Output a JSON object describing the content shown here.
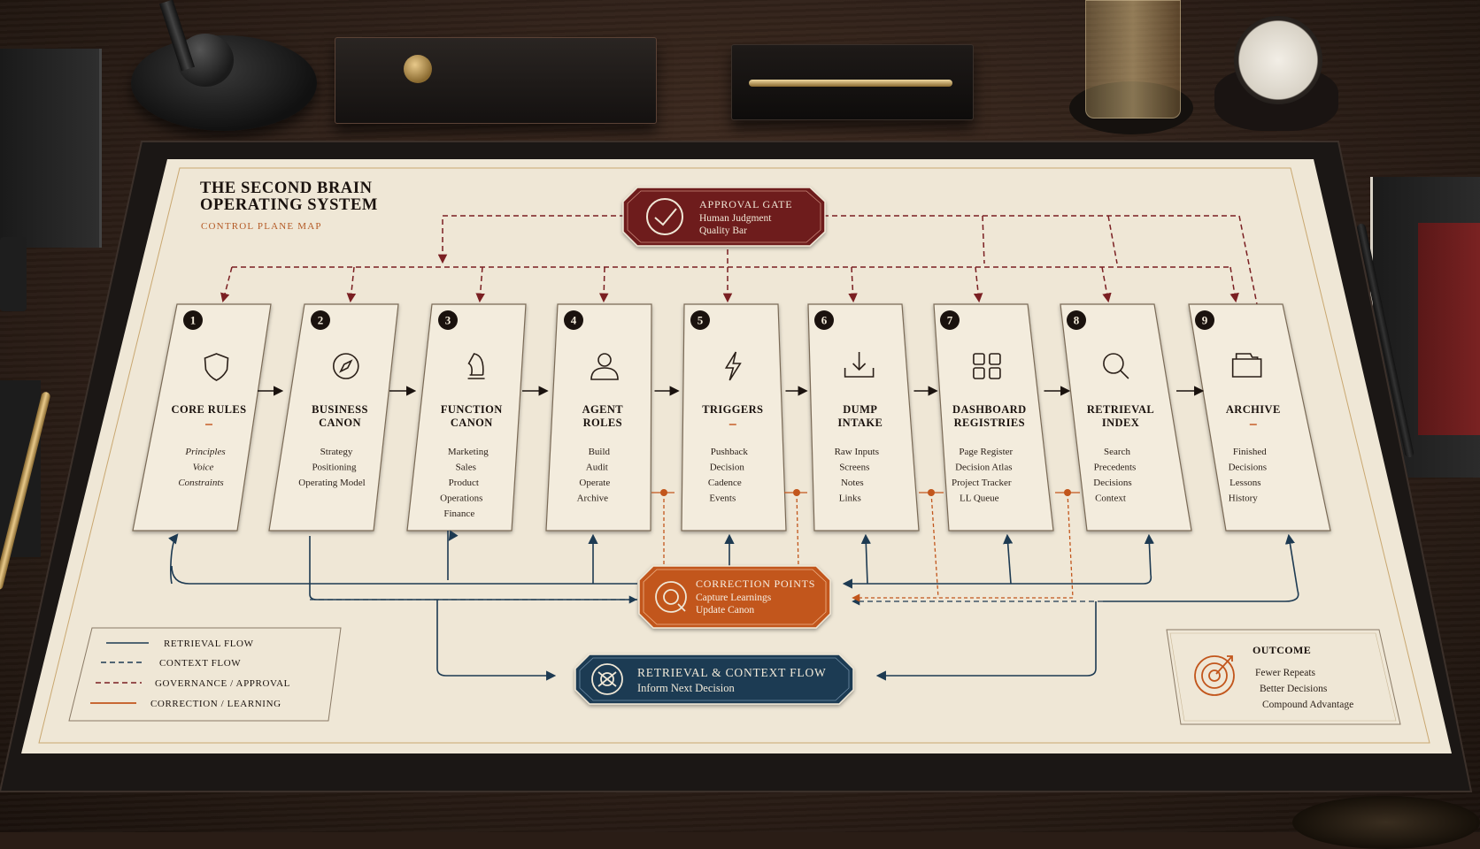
{
  "header": {
    "title_line1": "THE SECOND BRAIN",
    "title_line2": "OPERATING SYSTEM",
    "subtitle": "CONTROL PLANE MAP"
  },
  "approval_gate": {
    "title": "APPROVAL GATE",
    "line1": "Human Judgment",
    "line2": "Quality Bar",
    "icon": "check-circle-icon"
  },
  "stages": [
    {
      "num": "1",
      "title": [
        "CORE RULES"
      ],
      "items": [
        "Principles",
        "Voice",
        "Constraints"
      ],
      "icon": "shield-icon"
    },
    {
      "num": "2",
      "title": [
        "BUSINESS",
        "CANON"
      ],
      "items": [
        "Strategy",
        "Positioning",
        "Operating Model"
      ],
      "icon": "compass-icon"
    },
    {
      "num": "3",
      "title": [
        "FUNCTION",
        "CANON"
      ],
      "items": [
        "Marketing",
        "Sales",
        "Product",
        "Operations",
        "Finance"
      ],
      "icon": "chess-knight-icon"
    },
    {
      "num": "4",
      "title": [
        "AGENT",
        "ROLES"
      ],
      "items": [
        "Build",
        "Audit",
        "Operate",
        "Archive"
      ],
      "icon": "person-icon"
    },
    {
      "num": "5",
      "title": [
        "TRIGGERS"
      ],
      "items": [
        "Pushback",
        "Decision",
        "Cadence",
        "Events"
      ],
      "icon": "lightning-icon"
    },
    {
      "num": "6",
      "title": [
        "DUMP",
        "INTAKE"
      ],
      "items": [
        "Raw Inputs",
        "Screens",
        "Notes",
        "Links"
      ],
      "icon": "download-tray-icon"
    },
    {
      "num": "7",
      "title": [
        "DASHBOARD",
        "REGISTRIES"
      ],
      "items": [
        "Page Register",
        "Decision Atlas",
        "Project Tracker",
        "LL Queue"
      ],
      "icon": "grid-icon"
    },
    {
      "num": "8",
      "title": [
        "RETRIEVAL",
        "INDEX"
      ],
      "items": [
        "Search",
        "Precedents",
        "Decisions",
        "Context"
      ],
      "icon": "magnifier-icon"
    },
    {
      "num": "9",
      "title": [
        "ARCHIVE"
      ],
      "items": [
        "Finished",
        "Decisions",
        "Lessons",
        "History"
      ],
      "icon": "archive-box-icon"
    }
  ],
  "correction_points": {
    "title": "CORRECTION POINTS",
    "line1": "Capture Learnings",
    "line2": "Update Canon",
    "icon": "loop-arrow-icon"
  },
  "retrieval_flow": {
    "title": "RETRIEVAL & CONTEXT FLOW",
    "line1": "Inform Next Decision",
    "icon": "cycle-icon"
  },
  "legend": {
    "items": [
      {
        "label": "RETRIEVAL FLOW",
        "style": "solid-navy"
      },
      {
        "label": "CONTEXT FLOW",
        "style": "dashed-navy"
      },
      {
        "label": "GOVERNANCE / APPROVAL",
        "style": "dashed-red"
      },
      {
        "label": "CORRECTION / LEARNING",
        "style": "solid-orange"
      }
    ]
  },
  "outcome": {
    "title": "OUTCOME",
    "items": [
      "Fewer Repeats",
      "Better Decisions",
      "Compound Advantage"
    ],
    "icon": "target-arrow-icon"
  },
  "colors": {
    "paper": "#efe7d6",
    "maroon": "#6e1a1e",
    "navy": "#1d3a52",
    "orange": "#c2561c",
    "ink": "#1a120e"
  }
}
